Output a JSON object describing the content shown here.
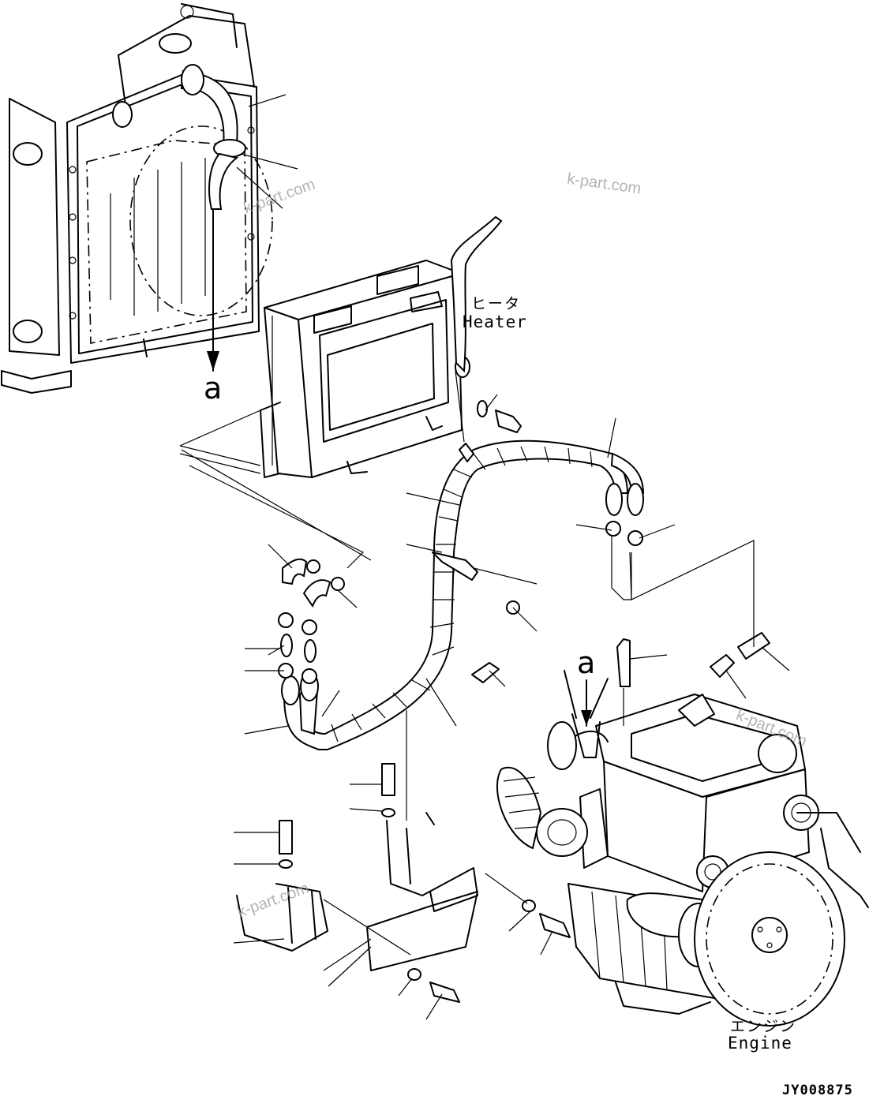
{
  "labels": {
    "heater_jp": "ヒータ",
    "heater_en": "Heater",
    "engine_jp": "エンジン",
    "engine_en": "Engine",
    "ref_a_top": "a",
    "ref_a_engine": "a"
  },
  "watermarks": [
    "k-part.com",
    "k-part.com",
    "k-part.com",
    "k-part.com"
  ],
  "drawing_code": "JY008875"
}
